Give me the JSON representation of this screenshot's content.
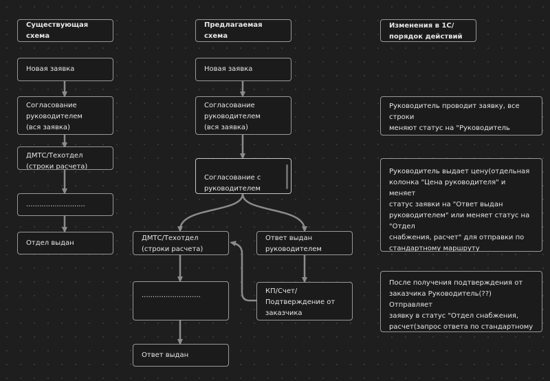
{
  "columns": {
    "existing": {
      "header": "Существующая схема",
      "new_request": "Новая заявка",
      "approval": "Согласование\nруководителем\n(вся заявка)",
      "dmts": "ДМТС/Техотдел\n(строки расчета)",
      "dots": "...........................",
      "issued": "Отдел выдан"
    },
    "proposed": {
      "header": "Предлагаемая схема",
      "new_request": "Новая заявка",
      "approval": "Согласование\nруководителем\n(вся заявка)",
      "approval_lines": "Согласование с\nруководителем\n(Строки расчета)",
      "dmts": "ДМТС/Техотдел\n(строки расчета)",
      "manager_answer": "Ответ выдан\nруководителем",
      "kp": "КП/Счет/\nПодтверждение от\nзаказчика",
      "dots": "...........................",
      "answer_issued": "Ответ выдан"
    },
    "changes": {
      "header": "Изменения в 1С/\nпорядок действий",
      "note1": "Руководитель проводит заявку, все строки\nменяют статус на \"Руководитель\nсогласование\"",
      "note2": "Руководитель выдает цену(отдельная\nколонка \"Цена руководителя\" и меняет\nстатус заявки на \"Ответ выдан\nруководителем\" или меняет статус на \"Отдел\nснабжения, расчет\" для отправки по\nстандартному маршруту",
      "note3": "После получения подтверждения от\nзаказчика Руководитель(??) Отправляет\nзаявку в статус \"Отдел снабжения,\nрасчет(запрос ответа по стандартному\nмаршруту с чертежами, экономикой и т.д.)"
    }
  },
  "colors": {
    "background": "#1e1e1e",
    "node_border": "#9a9a9a",
    "edge": "#8c8c8c",
    "text": "#e6e6e6"
  }
}
